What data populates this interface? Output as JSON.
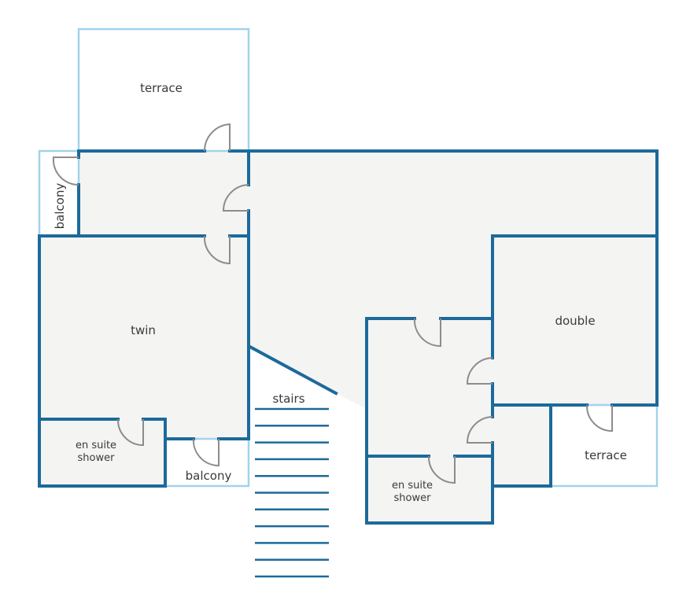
{
  "colors": {
    "wall": "#1c6a9b",
    "outdoor": "#a3d2ec",
    "floor": "#f4f4f3",
    "door": "#8c8c8c"
  },
  "rooms": {
    "terrace_top": "terrace",
    "balcony_left": "balcony",
    "twin": "twin",
    "ensuite_left_1": "en suite",
    "ensuite_left_2": "shower",
    "balcony_bottom": "balcony",
    "stairs": "stairs",
    "double": "double",
    "ensuite_right_1": "en suite",
    "ensuite_right_2": "shower",
    "terrace_right": "terrace"
  },
  "stairs_steps": 11
}
